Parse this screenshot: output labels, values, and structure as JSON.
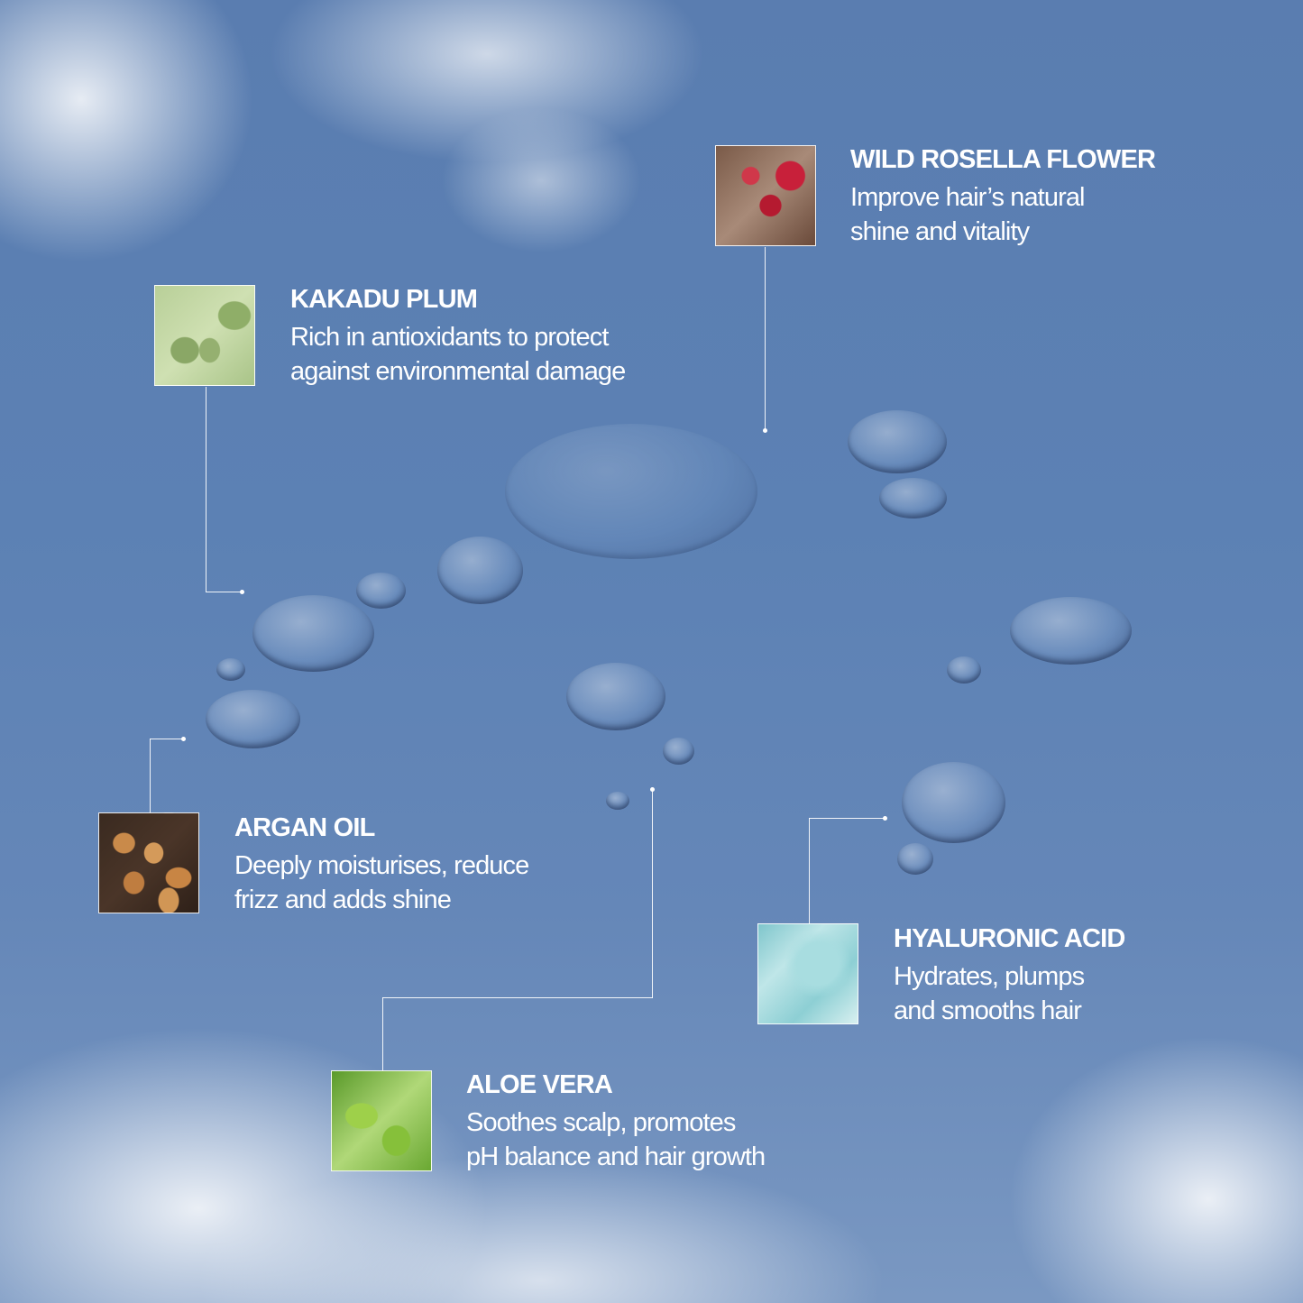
{
  "ingredients": [
    {
      "name": "WILD ROSELLA FLOWER",
      "desc_1": "Improve hair’s natural",
      "desc_2": "shine and vitality"
    },
    {
      "name": "KAKADU PLUM",
      "desc_1": "Rich in antioxidants to protect",
      "desc_2": "against environmental damage"
    },
    {
      "name": "ARGAN OIL",
      "desc_1": "Deeply moisturises, reduce",
      "desc_2": "frizz and adds shine"
    },
    {
      "name": "HYALURONIC ACID",
      "desc_1": "Hydrates, plumps",
      "desc_2": "and smooths hair"
    },
    {
      "name": "ALOE VERA",
      "desc_1": "Soothes scalp, promotes",
      "desc_2": "pH balance and hair growth"
    }
  ]
}
